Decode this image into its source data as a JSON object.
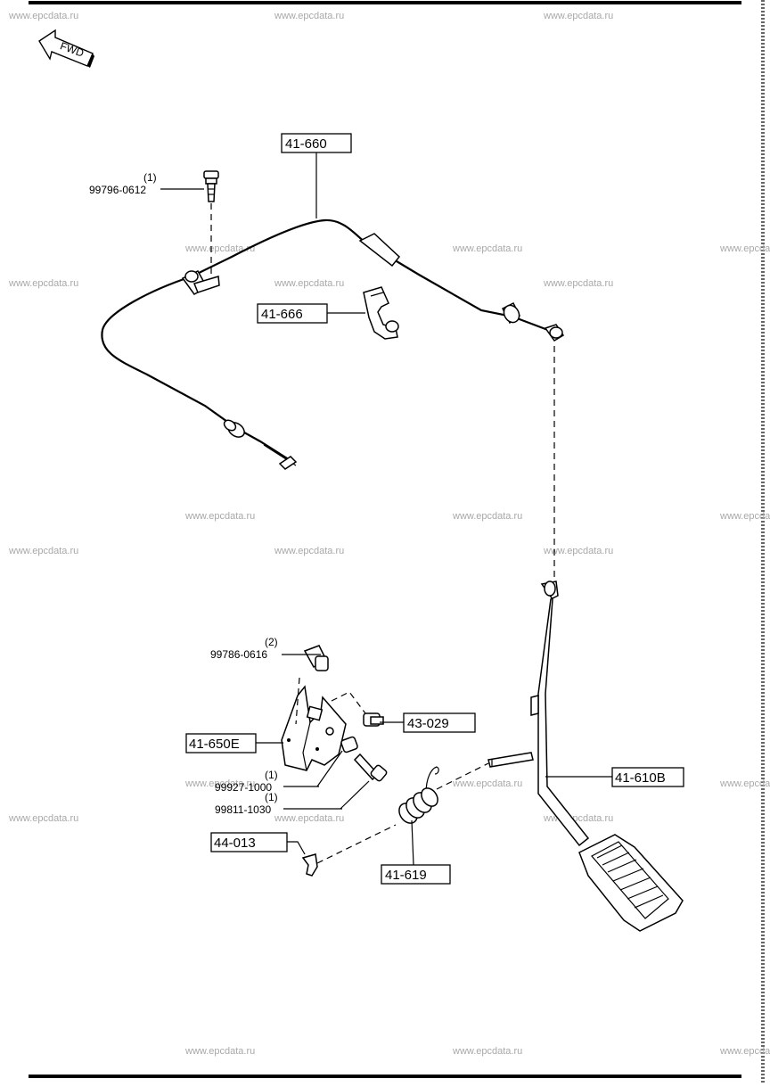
{
  "watermark": "www.epcdata.ru",
  "fwd_label": "FWD",
  "callouts": {
    "accel_cable": "41-660",
    "cable_clip": "41-666",
    "pedal_bracket": "41-650E",
    "bracket_nut": "43-029",
    "accel_pedal": "41-610B",
    "return_spring": "41-619",
    "retaining_clip": "44-013"
  },
  "fasteners": {
    "cable_bolt": {
      "qty": "(1)",
      "part": "99796-0612"
    },
    "bracket_bolt": {
      "qty": "(2)",
      "part": "99786-0616"
    },
    "pedal_nut": {
      "qty": "(1)",
      "part": "99927-1000"
    },
    "pedal_bolt": {
      "qty": "(1)",
      "part": "99811-1030"
    }
  }
}
